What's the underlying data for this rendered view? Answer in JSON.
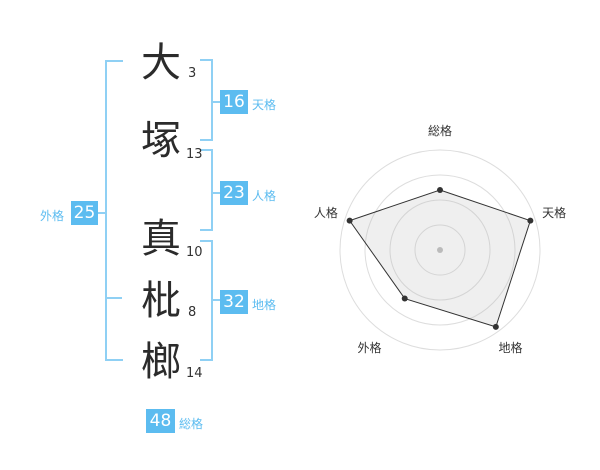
{
  "name_chars": [
    {
      "char": "大",
      "strokes": "3"
    },
    {
      "char": "塚",
      "strokes": "13"
    },
    {
      "char": "真",
      "strokes": "10"
    },
    {
      "char": "枇",
      "strokes": "8"
    },
    {
      "char": "榔",
      "strokes": "14"
    }
  ],
  "fortunes": {
    "ten": {
      "value": "16",
      "label": "天格"
    },
    "jin": {
      "value": "23",
      "label": "人格"
    },
    "chi": {
      "value": "32",
      "label": "地格"
    },
    "gai": {
      "value": "25",
      "label": "外格"
    },
    "so": {
      "value": "48",
      "label": "総格"
    }
  },
  "colors": {
    "accent": "#5cbcf0",
    "bracket": "#8fd0f4"
  },
  "chart_data": {
    "type": "radar",
    "axes": [
      "総格",
      "天格",
      "地格",
      "外格",
      "人格"
    ],
    "values": [
      0.6,
      0.95,
      0.95,
      0.6,
      0.95
    ],
    "rings": 4
  }
}
